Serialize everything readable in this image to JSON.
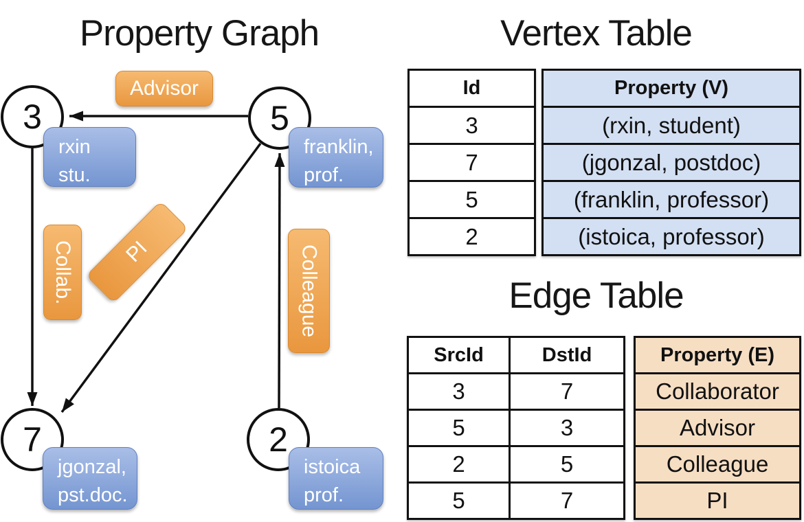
{
  "graph": {
    "title": "Property Graph",
    "nodes": [
      {
        "id": "3",
        "prop1": "rxin",
        "prop2": "stu."
      },
      {
        "id": "5",
        "prop1": "franklin,",
        "prop2": "prof."
      },
      {
        "id": "7",
        "prop1": "jgonzal,",
        "prop2": "pst.doc."
      },
      {
        "id": "2",
        "prop1": "istoica",
        "prop2": "prof."
      }
    ],
    "edge_labels": {
      "advisor": "Advisor",
      "collab": "Collab.",
      "pi": "PI",
      "colleague": "Colleague"
    }
  },
  "vertex_table": {
    "title": "Vertex Table",
    "columns": [
      "Id",
      "Property (V)"
    ],
    "rows": [
      [
        "3",
        "(rxin, student)"
      ],
      [
        "7",
        "(jgonzal, postdoc)"
      ],
      [
        "5",
        "(franklin, professor)"
      ],
      [
        "2",
        "(istoica, professor)"
      ]
    ]
  },
  "edge_table": {
    "title": "Edge Table",
    "columns": [
      "SrcId",
      "DstId",
      "Property (E)"
    ],
    "rows": [
      [
        "3",
        "7",
        "Collaborator"
      ],
      [
        "5",
        "3",
        "Advisor"
      ],
      [
        "2",
        "5",
        "Colleague"
      ],
      [
        "5",
        "7",
        "PI"
      ]
    ]
  },
  "colors": {
    "orange_top": "#f6ba71",
    "orange_bottom": "#e9973e",
    "orange_border": "#d8882f",
    "blue_top": "#a9bee7",
    "blue_bottom": "#7495d1",
    "blue_border": "#5f7fbe",
    "vertex_cell_bg": "#d3dff2",
    "edge_cell_bg": "#f6dec3",
    "line_color": "#111111"
  }
}
